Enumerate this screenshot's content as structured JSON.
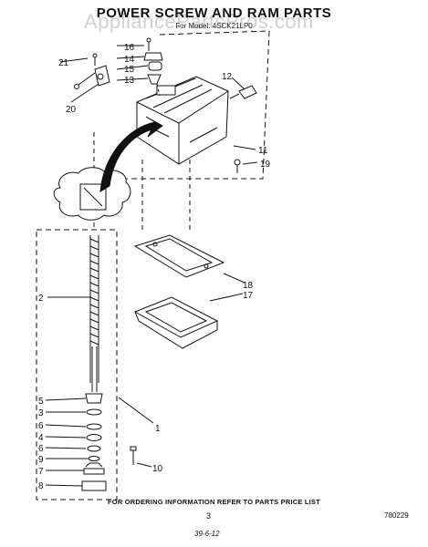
{
  "title": "POWER SCREW AND RAM PARTS",
  "subtitle": "For Model: 4SCK21LP0",
  "watermark": "AppliancePartsPros.com",
  "footer_text": "FOR ORDERING INFORMATION REFER TO PARTS PRICE LIST",
  "page_number": "3",
  "document_id": "780229",
  "date_mark": "39-6-12",
  "callouts": {
    "c1": "1",
    "c2": "2",
    "c3": "3",
    "c4": "4",
    "c5": "5",
    "c6a": "6",
    "c6b": "6",
    "c7": "7",
    "c8": "8",
    "c9": "9",
    "c10": "10",
    "c11": "11",
    "c12": "12",
    "c13": "13",
    "c14": "14",
    "c15": "15",
    "c16": "16",
    "c17": "17",
    "c18": "18",
    "c19": "19",
    "c20": "20",
    "c21": "21"
  }
}
